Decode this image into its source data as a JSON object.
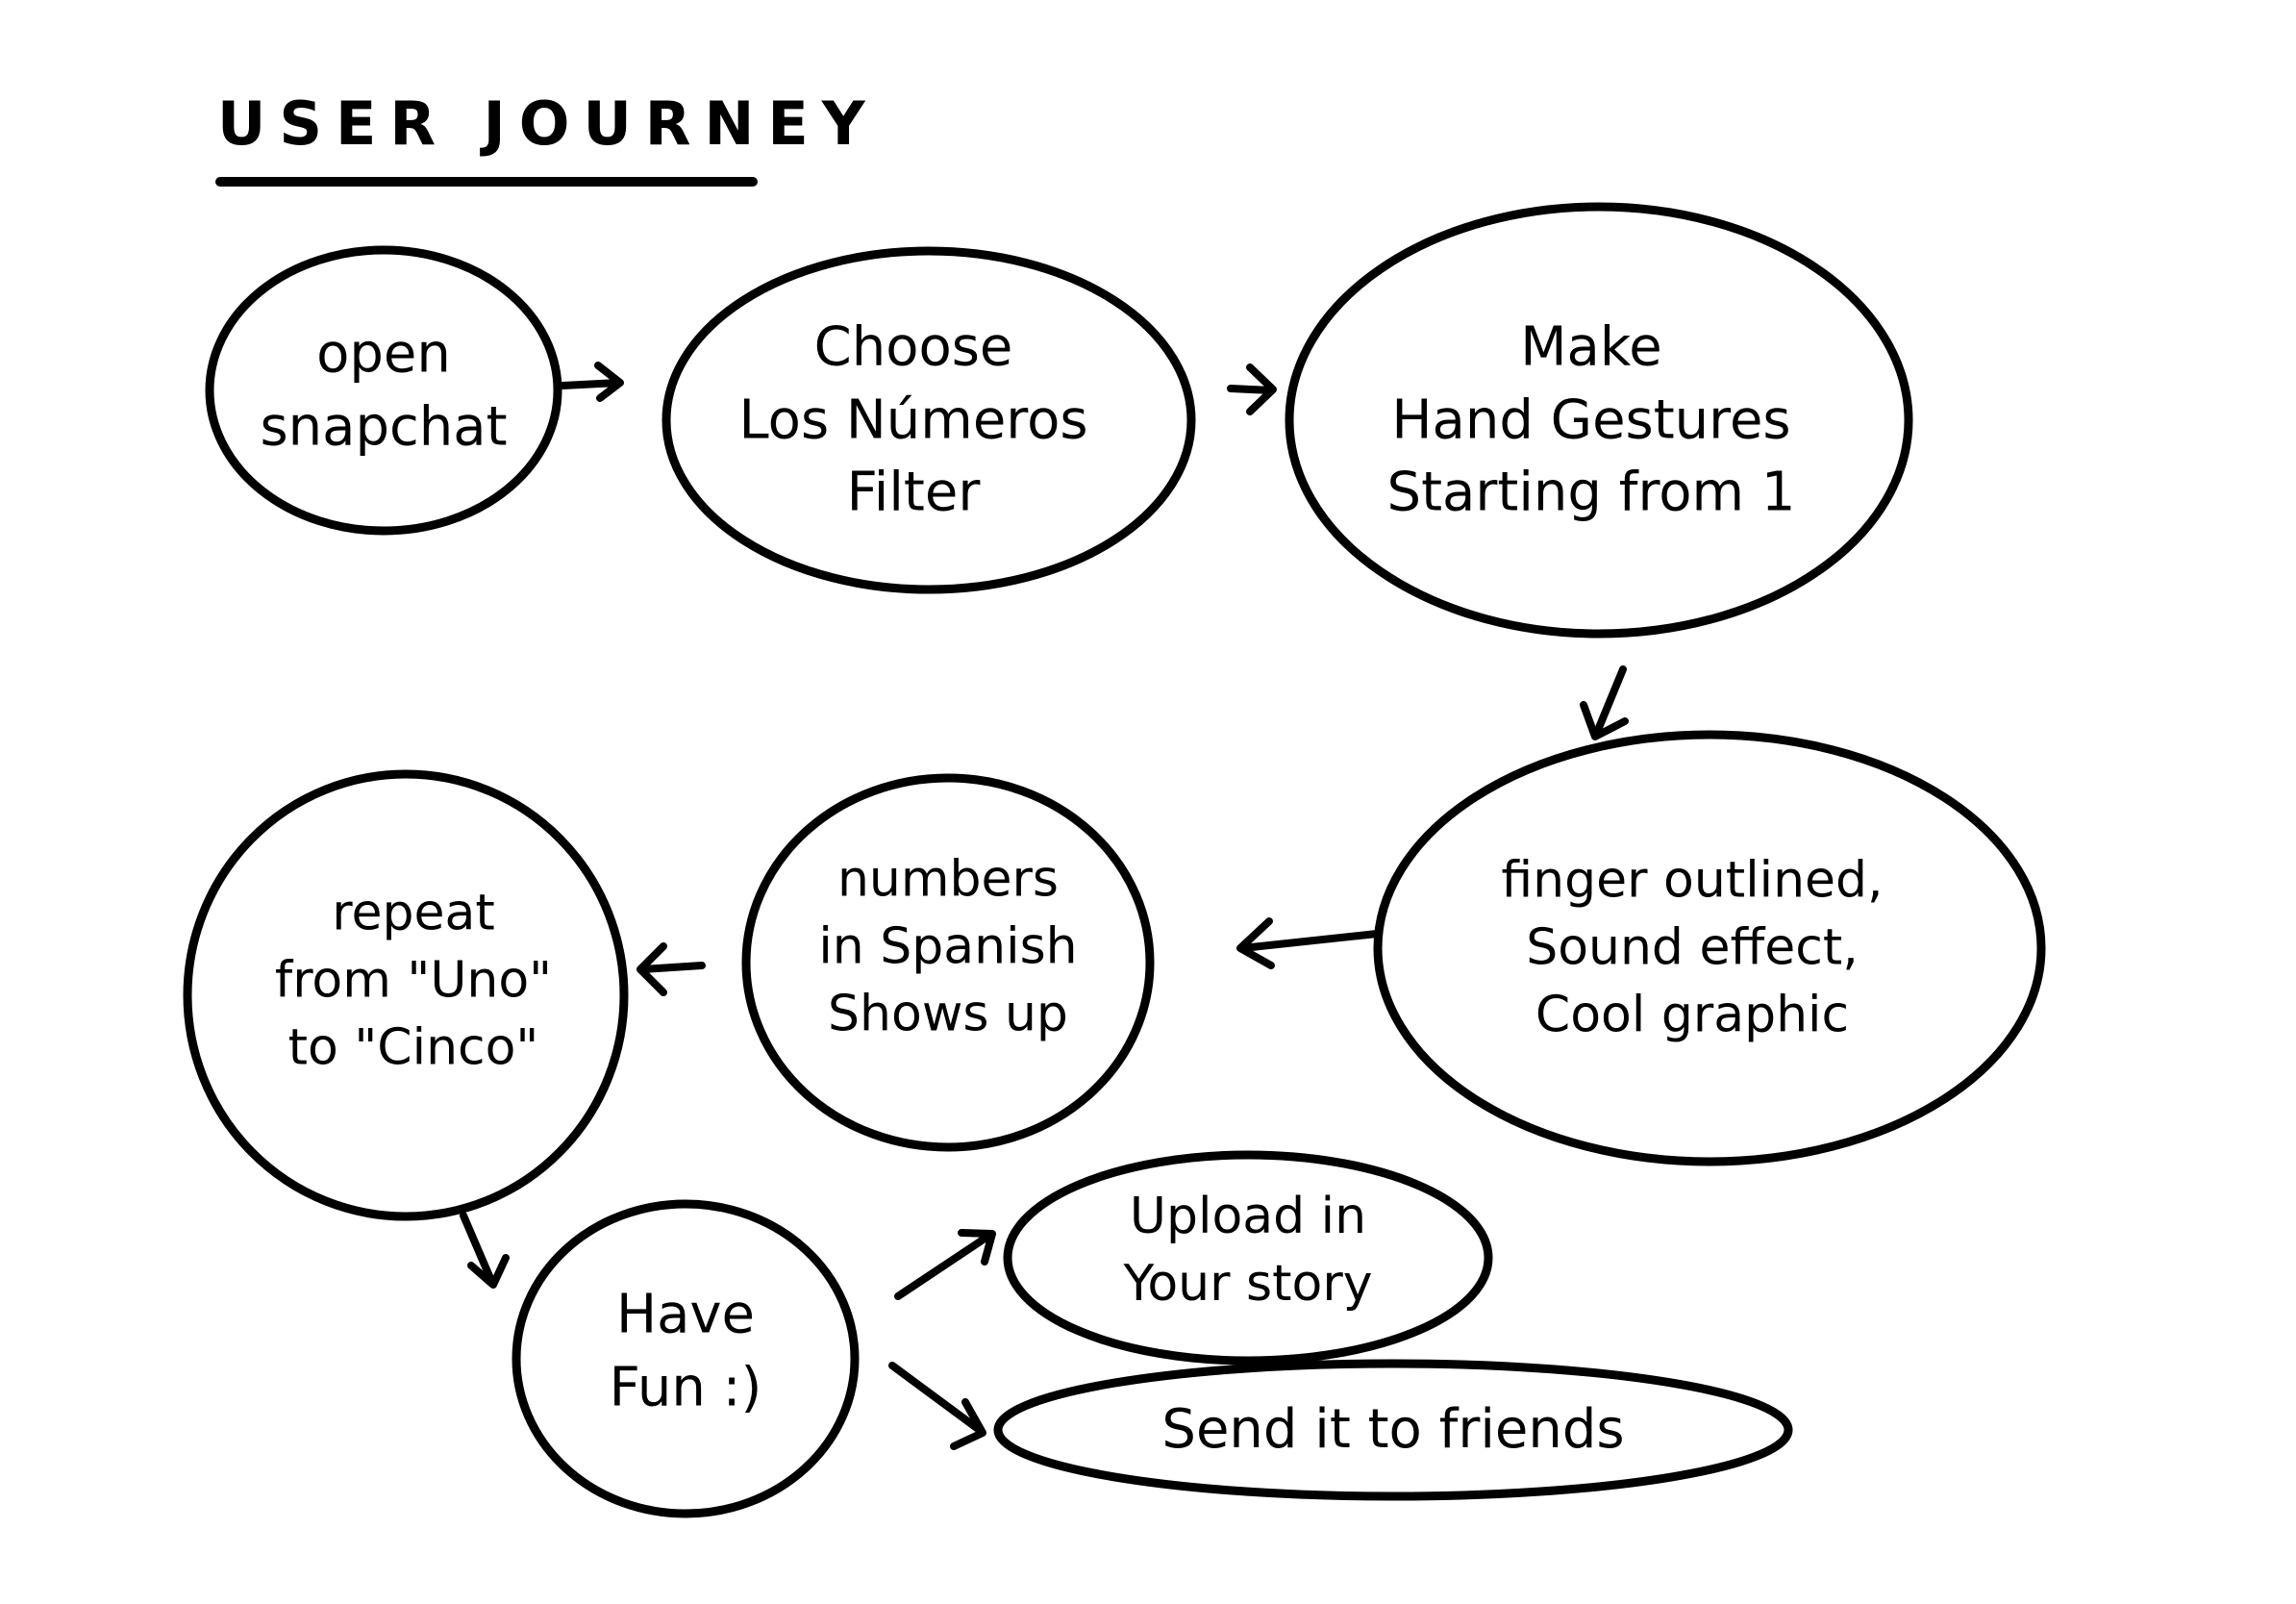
{
  "diagram": {
    "title": "USER JOURNEY",
    "colors": {
      "ink": "#000000",
      "background": "#ffffff"
    },
    "nodes": [
      {
        "id": "open-snapchat",
        "label": "open\nsnapchat"
      },
      {
        "id": "choose-filter",
        "label": "Choose\nLos Números\nFilter"
      },
      {
        "id": "make-gestures",
        "label": "Make\nHand Gestures\nStarting from 1"
      },
      {
        "id": "finger-outlined",
        "label": "finger outlined,\nSound effect,\nCool graphic"
      },
      {
        "id": "numbers-spanish",
        "label": "numbers\nin Spanish\nShows up"
      },
      {
        "id": "repeat",
        "label": "repeat\nfrom \"Uno\"\nto \"Cinco\""
      },
      {
        "id": "have-fun",
        "label": "Have\nFun :)"
      },
      {
        "id": "upload-story",
        "label": "Upload in\nYour story"
      },
      {
        "id": "send-friends",
        "label": "Send it to friends"
      }
    ],
    "edges": [
      {
        "from": "open-snapchat",
        "to": "choose-filter"
      },
      {
        "from": "choose-filter",
        "to": "make-gestures"
      },
      {
        "from": "make-gestures",
        "to": "finger-outlined"
      },
      {
        "from": "finger-outlined",
        "to": "numbers-spanish"
      },
      {
        "from": "numbers-spanish",
        "to": "repeat"
      },
      {
        "from": "repeat",
        "to": "have-fun"
      },
      {
        "from": "have-fun",
        "to": "upload-story"
      },
      {
        "from": "have-fun",
        "to": "send-friends"
      }
    ]
  }
}
